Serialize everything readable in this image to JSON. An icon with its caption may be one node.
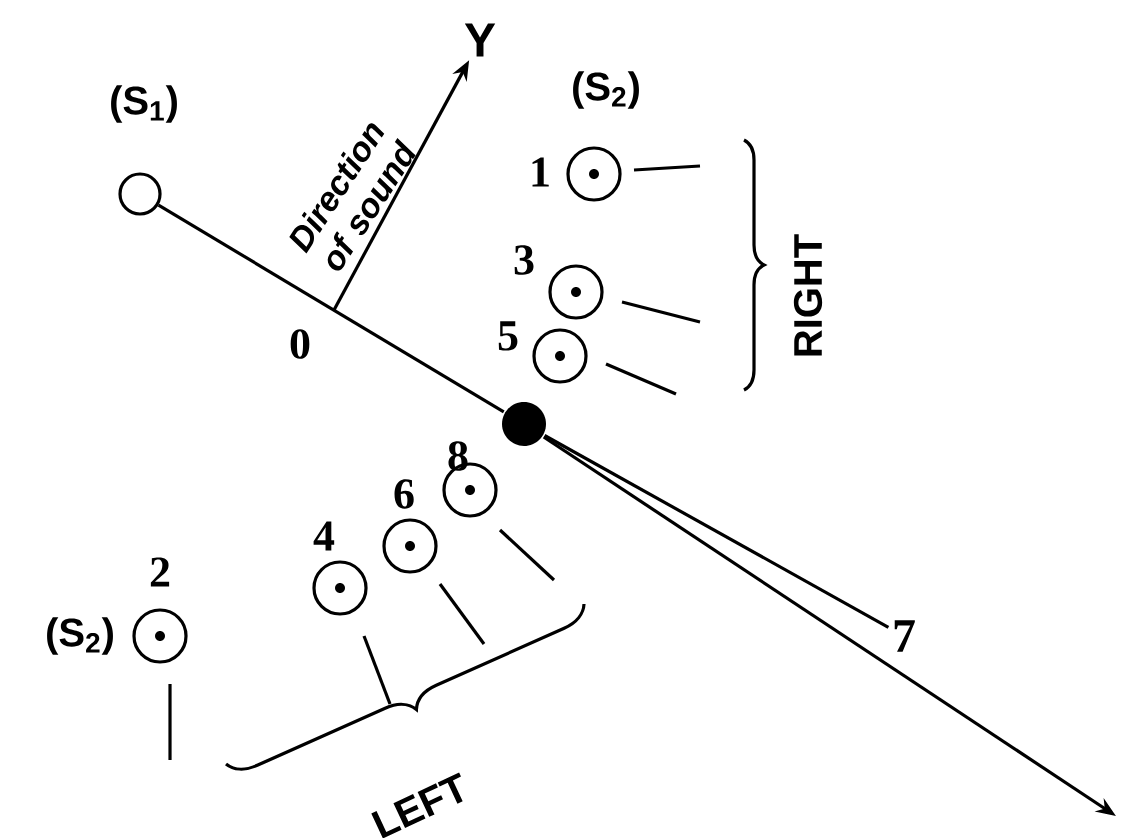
{
  "diagram": {
    "nodes": [
      {
        "text": [
          "(S$_{1}$)"
        ]
      },
      {
        "text": [
          "Y"
        ]
      },
      {
        "text": [],
        "shape": "circle",
        "beside": [
          "1"
        ]
      },
      {
        "text": [],
        "shape": "circle",
        "beside": [
          "3"
        ]
      },
      {
        "text": [],
        "shape": "circle",
        "beside": [
          "5"
        ]
      },
      {
        "text": [],
        "shape": "dot"
      },
      {
        "text": [
          "7"
        ]
      },
      {
        "text": [],
        "shape": "circle",
        "beside": [
          "2"
        ]
      },
      {
        "text": [],
        "shape": "circle",
        "beside": [
          "4"
        ]
      },
      {
        "text": [],
        "shape": "circle",
        "beside": [
          "6"
        ]
      },
      {
        "text": [],
        "shape": "circle",
        "beside": [
          "8"
        ]
      }
    ],
    "edges": [
      {
        "from": null,
        "to": 1,
        "arrow": "to",
        "label": "Direction of sound"
      },
      {
        "from": 0,
        "to": 5,
        "arrow": "none"
      },
      {
        "from": 5,
        "to": null,
        "arrow": "to"
      },
      {
        "from": 5,
        "to": 6,
        "arrow": "none"
      }
    ],
    "labels": [
      "(S$_{2}$)",
      "0",
      "RIGHT",
      "(S$_{2}$)",
      "LEFT"
    ]
  }
}
